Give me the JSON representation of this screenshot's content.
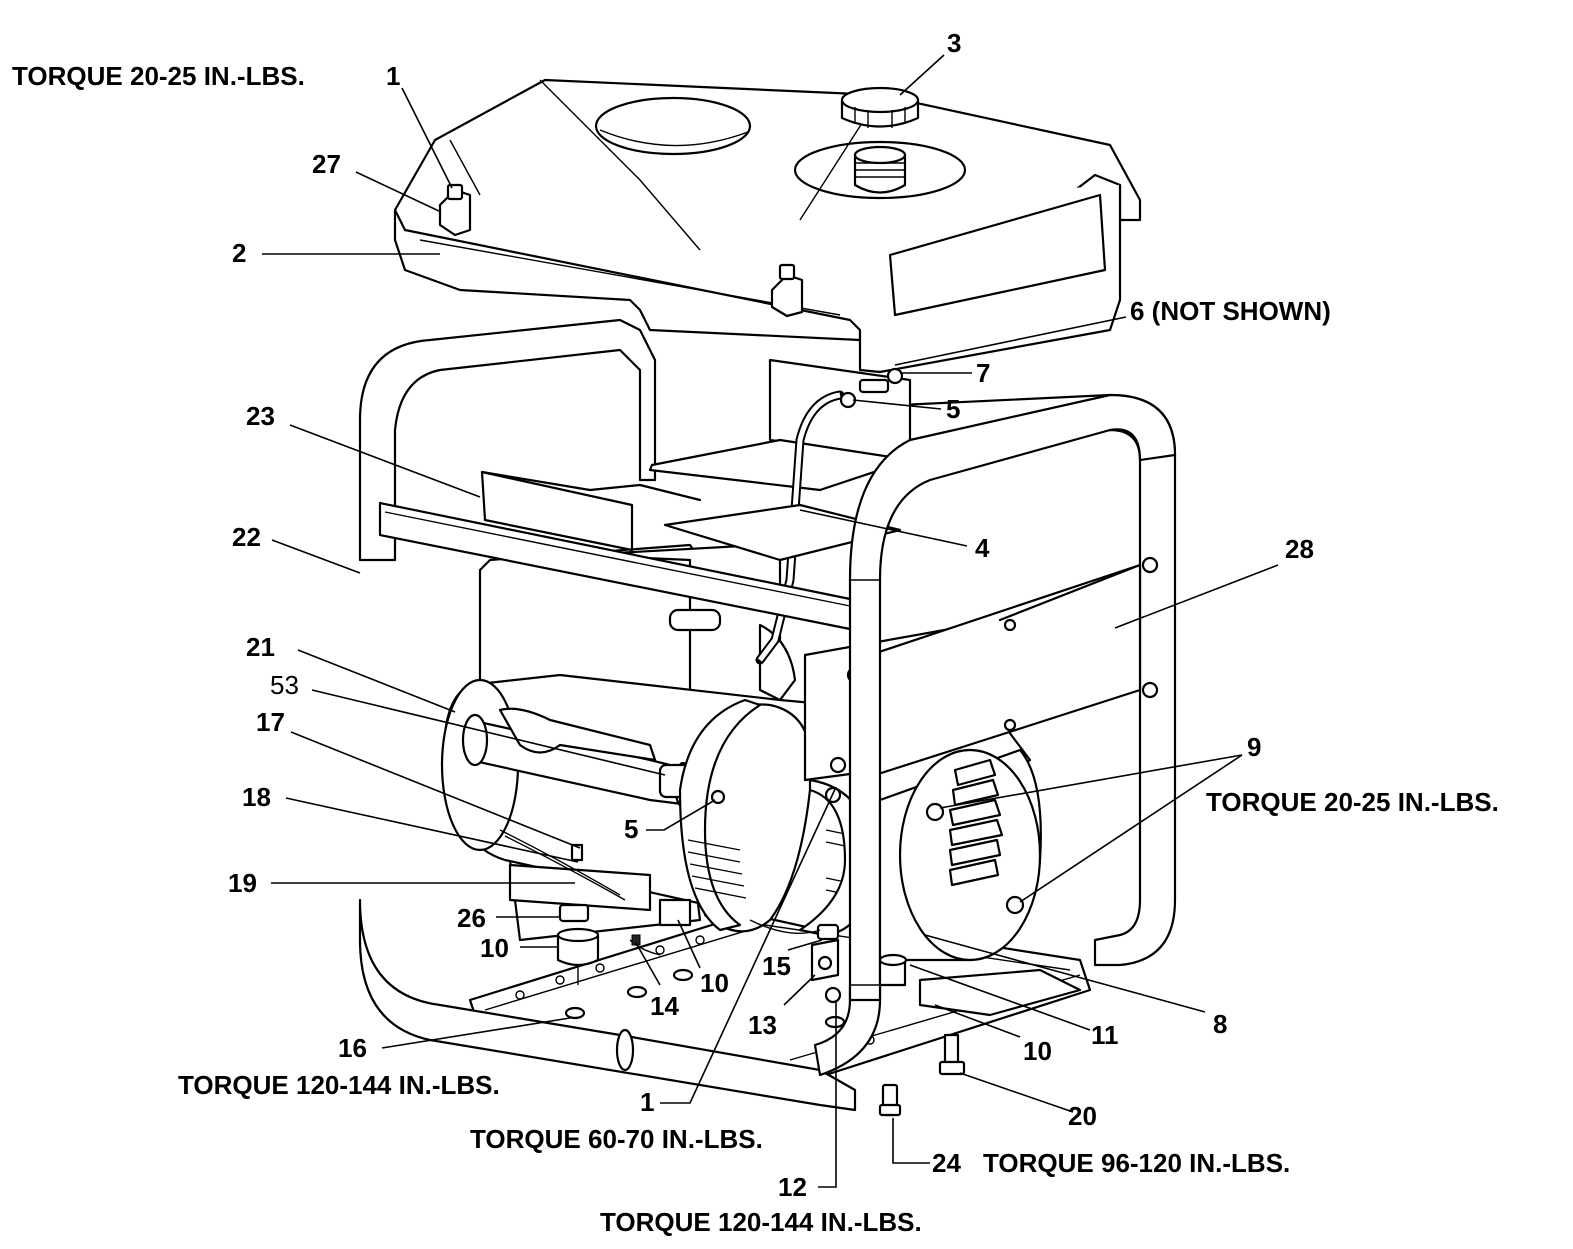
{
  "callouts": {
    "p1_top": "1",
    "p2": "2",
    "p3": "3",
    "p4": "4",
    "p5_upper": "5",
    "p5_lower": "5",
    "p6": "6 (NOT SHOWN)",
    "p7": "7",
    "p8": "8",
    "p9": "9",
    "p10_left": "10",
    "p10_mid": "10",
    "p10_right": "10",
    "p11": "11",
    "p12": "12",
    "p13": "13",
    "p14": "14",
    "p15": "15",
    "p16": "16",
    "p17": "17",
    "p18": "18",
    "p19": "19",
    "p20": "20",
    "p21": "21",
    "p22": "22",
    "p23": "23",
    "p24": "24",
    "p26": "26",
    "p27": "27",
    "p28": "28",
    "p53": "53",
    "p1_bottom": "1"
  },
  "torque_notes": {
    "top_left": "TORQUE 20-25 IN.-LBS.",
    "right": "TORQUE 20-25 IN.-LBS.",
    "bottom_left": "TORQUE 120-144 IN.-LBS.",
    "bottom_mid": "TORQUE 60-70 IN.-LBS.",
    "bottom_right": "TORQUE 96-120 IN.-LBS.",
    "bottom_center": "TORQUE 120-144 IN.-LBS."
  }
}
